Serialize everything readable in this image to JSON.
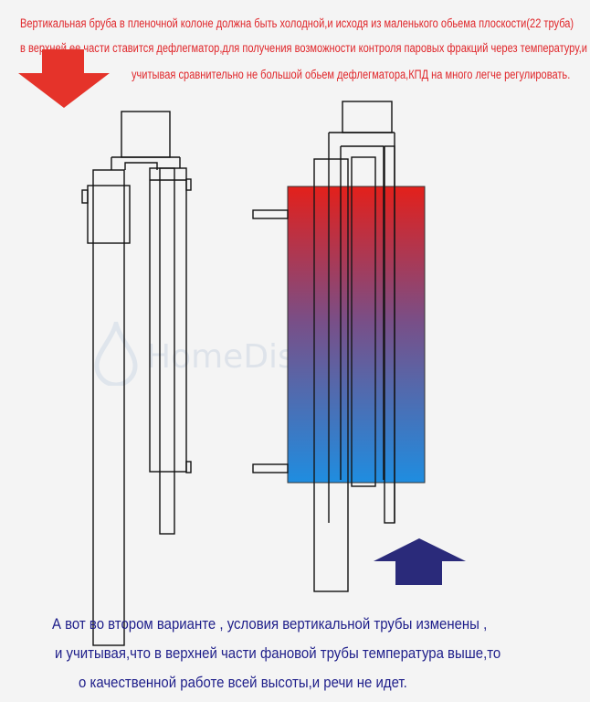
{
  "top_text": {
    "line1": "Вертикальная бруба в пленочной колоне   должна быть холодной,и исходя из маленького обьема плоскости(22 труба)",
    "line2": "в верхней ее части ставится дефлегматор,для     получения возможности контроля паровых фракций через температуру,и",
    "line3": "учитывая сравнительно не большой обьем дефлегматора,КПД на много легче регулировать."
  },
  "bottom_text": {
    "line1": "А вот во  втором варианте , условия  вертикальной  трубы  изменены ,",
    "line2": "и учитывая,что в верхней части фановой трубы температура выше,то",
    "line3": "о качественной работе всей высоты,и речи не идет."
  },
  "watermark": "HomeDistiller.ru",
  "colors": {
    "text_red": "#e0262a",
    "text_blue": "#1e1e8a",
    "arrow_red": "#e5332a",
    "arrow_blue": "#2a2a7a",
    "gradient_top": "#e3201b",
    "gradient_bottom": "#1f8de0"
  }
}
